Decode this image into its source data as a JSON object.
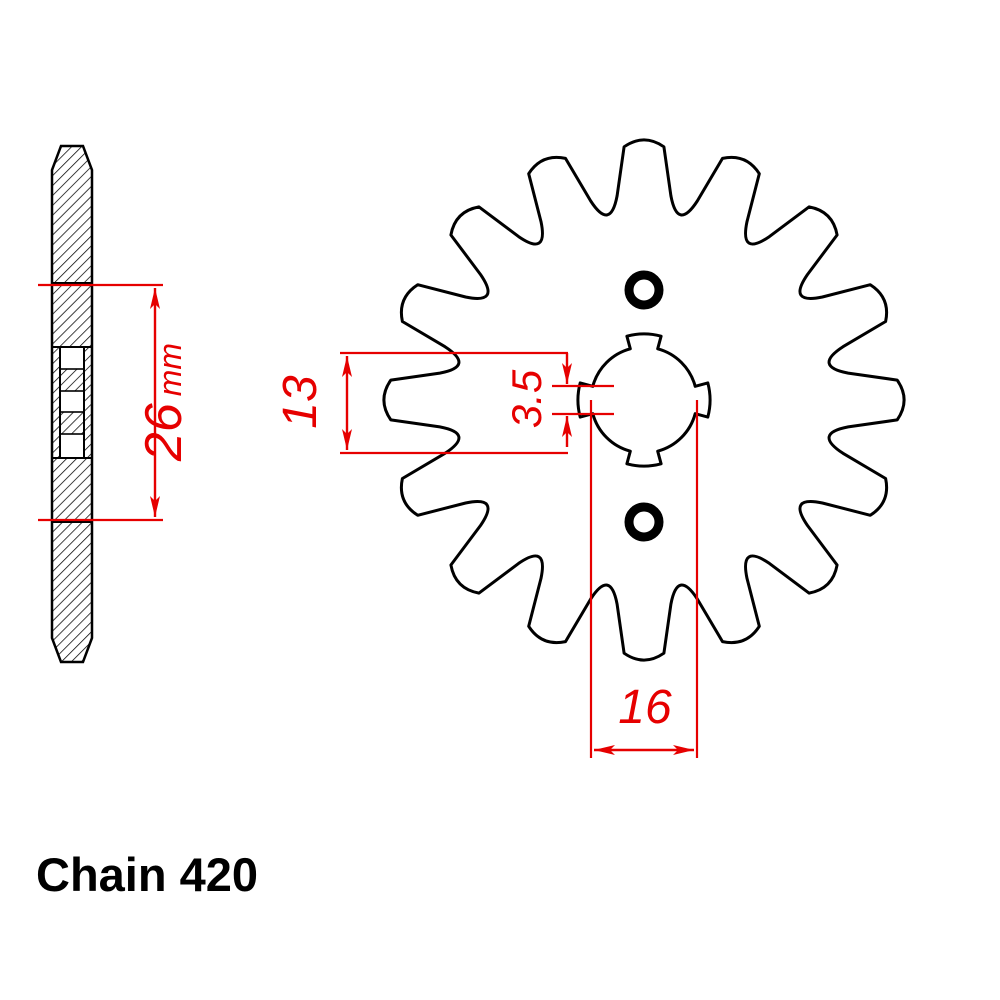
{
  "drawing": {
    "caption": "Chain 420",
    "dimensions": {
      "width": {
        "value": "26",
        "unit": "mm"
      },
      "inner_diameter": {
        "value": "13"
      },
      "spline_depth": {
        "value": "3.5"
      },
      "outer_diameter": {
        "value": "16"
      }
    },
    "sprocket": {
      "teeth": 16,
      "mounting_holes": 2
    },
    "colors": {
      "dimension": "#e60000",
      "ink": "#000000",
      "background": "#ffffff"
    }
  }
}
